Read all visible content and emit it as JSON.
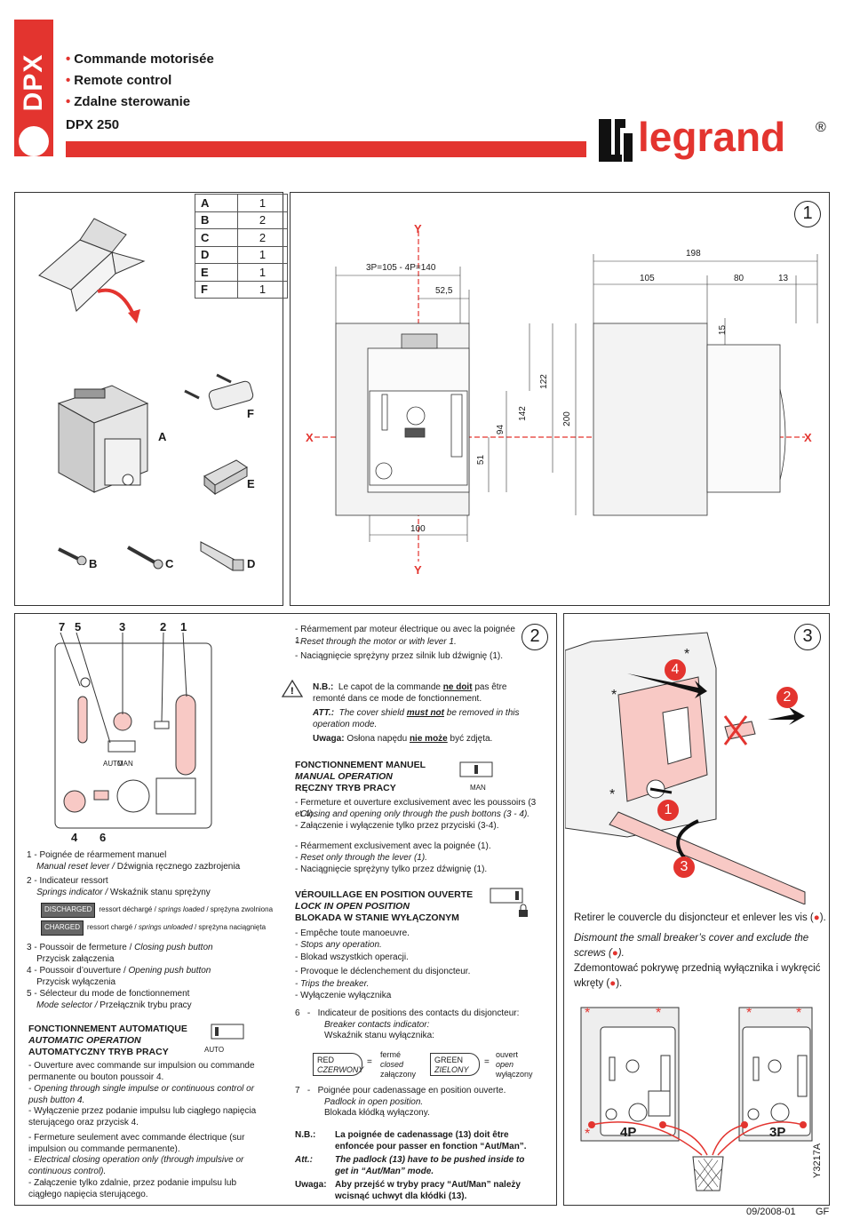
{
  "header": {
    "brand_tab": "DPX",
    "lines": [
      "Commande motorisée",
      "Remote control",
      "Zdalne sterowanie"
    ],
    "model": "DPX 250",
    "logo_text": "legrand",
    "logo_mark": "®"
  },
  "parts_table": [
    {
      "k": "A",
      "v": "1"
    },
    {
      "k": "B",
      "v": "2"
    },
    {
      "k": "C",
      "v": "2"
    },
    {
      "k": "D",
      "v": "1"
    },
    {
      "k": "E",
      "v": "1"
    },
    {
      "k": "F",
      "v": "1"
    }
  ],
  "parts_labels": {
    "A": "A",
    "B": "B",
    "C": "C",
    "D": "D",
    "E": "E",
    "F": "F"
  },
  "section1": {
    "num": "1",
    "y": "Y",
    "x": "X",
    "dims": {
      "width_3p4p": "3P=105 - 4P=140",
      "half": "52,5",
      "total": "198",
      "d105": "105",
      "d80": "80",
      "d13": "13",
      "d15": "15",
      "d122": "122",
      "d142": "142",
      "d200": "200",
      "d94": "94",
      "d51": "51",
      "d100": "100"
    }
  },
  "section2": {
    "num": "2",
    "diagram_nums": [
      "7",
      "5",
      "3",
      "2",
      "1",
      "4",
      "6"
    ],
    "mode_labels": [
      "AUTO",
      "MAN"
    ],
    "legend": [
      {
        "n": "1 -",
        "a": "Poignée de réarmement manuel",
        "b": "Manual reset lever / ",
        "c": "Dźwignia ręcznego zazbrojenia"
      },
      {
        "n": "2 -",
        "a": "Indicateur ressort",
        "b": "Springs indicator / ",
        "c": "Wskaźnik stanu sprężyny"
      },
      {
        "n": "3 -",
        "a": "Poussoir de fermeture / ",
        "ai": "Closing push button",
        "c": "Przycisk załączenia"
      },
      {
        "n": "4 -",
        "a": "Poussoir d’ouverture / ",
        "ai": "Opening push button",
        "c": "Przycisk wyłączenia"
      },
      {
        "n": "5 -",
        "a": "Sélecteur du mode de fonctionnement",
        "b": "Mode selector / ",
        "c": "Przełącznik trybu pracy"
      }
    ],
    "discharged": {
      "badge": "DISCHARGED",
      "fr": "ressort déchargé / ",
      "en": "springs loaded",
      "pl": " / sprężyna zwolniona"
    },
    "charged": {
      "badge": "CHARGED",
      "fr": "ressort chargé / ",
      "en": "springs unloaded",
      "pl": " / sprężyna naciągnięta"
    },
    "auto_head": [
      "FONCTIONNEMENT AUTOMATIQUE",
      "AUTOMATIC OPERATION",
      "AUTOMATYCZNY TRYB PRACY"
    ],
    "auto_icon": "AUTO",
    "auto_items": [
      "Ouverture avec commande sur impulsion ou commande permanente ou bouton poussoir 4.",
      "Opening through single impulse or continuous control or push button 4.",
      "Wyłączenie przez podanie impulsu lub ciągłego napięcia sterującego oraz przycisk 4.",
      "Fermeture seulement avec commande électrique (sur impulsion ou commande permanente).",
      "Electrical closing operation only (through impulsive or continuous control).",
      "Załączenie tylko zdalnie, przez podanie impulsu lub ciągłego napięcia sterującego."
    ],
    "reset_items": [
      "Réarmement par moteur électrique ou avec la poignée 1.",
      "Reset through the motor or with lever 1.",
      "Naciągnięcie sprężyny przez silnik lub dźwignię (1)."
    ],
    "nb": {
      "l1": "N.B.:",
      "t1a": "Le capot de la commande ",
      "t1b": "ne doit",
      "t1c": " pas être remonté dans ce mode de fonctionnement.",
      "l2": "ATT.:",
      "t2a": "The cover shield ",
      "t2b": "must not",
      "t2c": " be removed in this operation mode.",
      "l3": "Uwaga:",
      "t3a": " Osłona napędu ",
      "t3b": "nie może",
      "t3c": " być zdjęta."
    },
    "manual_head": [
      "FONCTIONNEMENT MANUEL",
      "MANUAL OPERATION",
      "RĘCZNY TRYB PRACY"
    ],
    "manual_icon": "MAN",
    "manual_items": [
      "Fermeture et ouverture exclusivement avec les poussoirs (3 et 4).",
      "Closing and opening only through the push bottons (3 - 4).",
      "Załączenie i wyłączenie tylko przez przyciski (3-4).",
      "Réarmement exclusivement avec la poignée (1).",
      "Reset only through the lever (1).",
      "Naciągnięcie sprężyny tylko przez dźwignię (1)."
    ],
    "lock_head": [
      "VÉROUILLAGE EN POSITION OUVERTE",
      "LOCK IN OPEN POSITION",
      "BLOKADA W STANIE WYŁĄCZONYM"
    ],
    "lock_items": [
      "Empêche toute manoeuvre.",
      "Stops any operation.",
      "Blokad wszystkich operacji.",
      "Provoque le déclenchement du disjoncteur.",
      "Trips the breaker.",
      "Wyłączenie wyłącznika"
    ],
    "item6": {
      "n": "6",
      "a": "Indicateur de positions des contacts du disjoncteur:",
      "b": "Breaker contacts indicator:",
      "c": "Wskaźnik stanu wyłącznika:",
      "red1": "RED",
      "red2": "CZERWONY",
      "ferme1": "fermé",
      "ferme2": "closed",
      "ferme3": "załączony",
      "green1": "GREEN",
      "green2": "ZIELONY",
      "ouvert1": "ouvert",
      "ouvert2": "open",
      "ouvert3": "wyłączony",
      "eq": "="
    },
    "item7": {
      "n": "7",
      "a": "Poignée pour cadenassage en position ouverte.",
      "b": "Padlock in open position.",
      "c": "Blokada kłódką wyłączony."
    },
    "final": [
      {
        "l": "N.B.:",
        "t": "La poignée de cadenassage (13) doit être enfoncée pour passer en fonction “Aut/Man”."
      },
      {
        "l": "Att.:",
        "t": "The padlock (13) have to be pushed inside to get in “Aut/Man” mode."
      },
      {
        "l": "Uwaga:",
        "t": "Aby przejść w tryby pracy “Aut/Man” należy wcisnąć uchwyt dla kłódki (13)."
      }
    ]
  },
  "section3": {
    "num": "3",
    "steps": [
      "4",
      "2",
      "1",
      "3"
    ],
    "fr": "Retirer le couvercle du disjoncteur et enlever les vis (",
    "en": "Dismount the small breaker’s cover and exclude the screws (",
    "pl": "Zdemontować pokrywę przednią wyłącznika i wykręcić wkręty (",
    "close": ").",
    "dot": "●",
    "p4": "4P",
    "p3": "3P",
    "star": "*"
  },
  "footer": {
    "date": "09/2008-01",
    "code": "GF",
    "ref": "Y3217A"
  }
}
